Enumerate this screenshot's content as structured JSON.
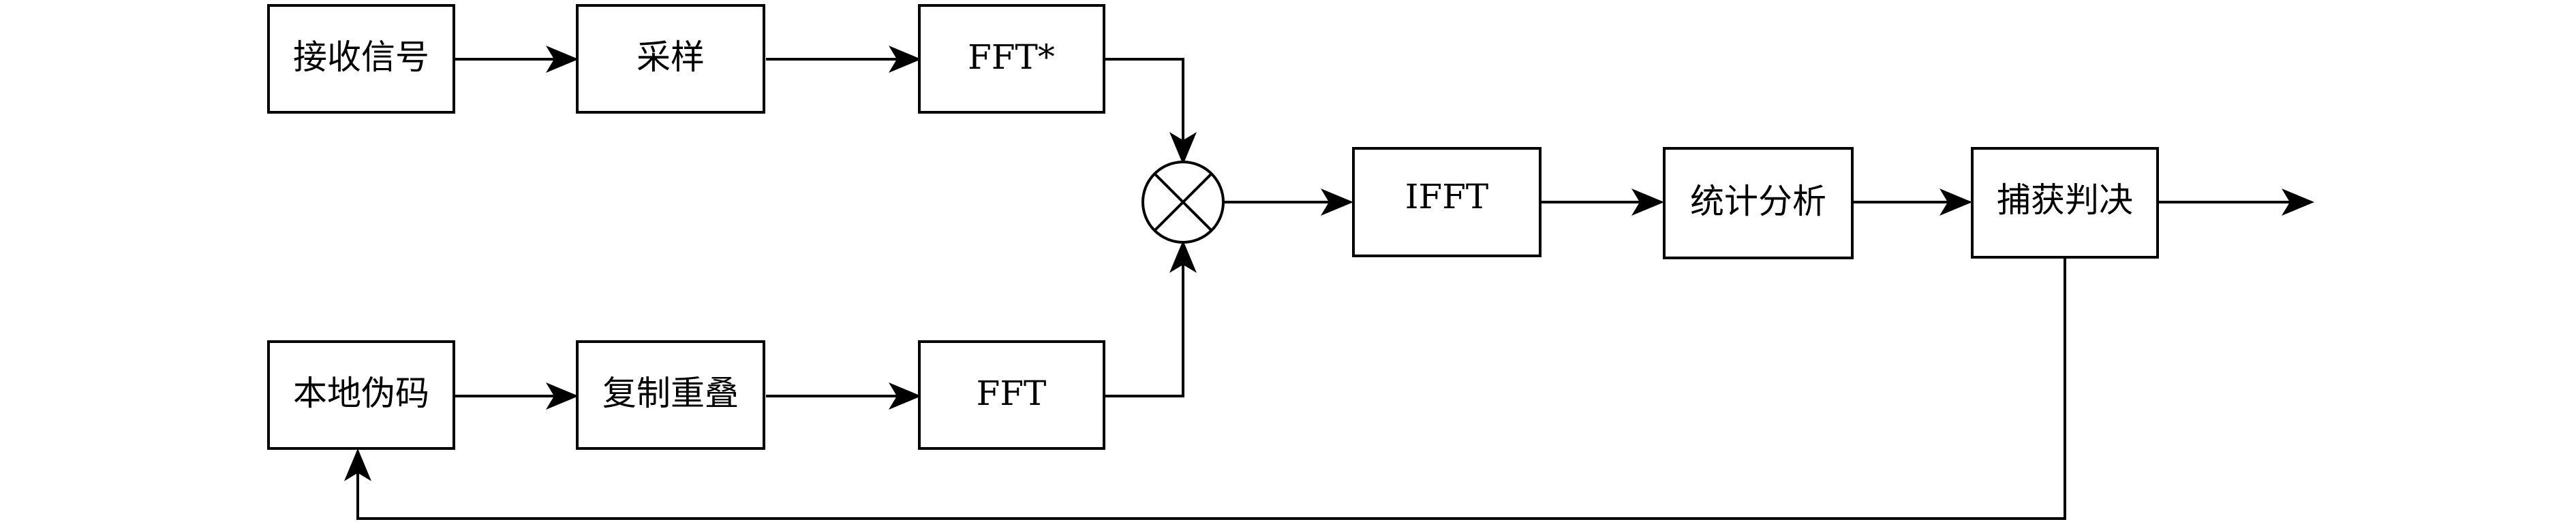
{
  "blocks": {
    "recv_signal": "接收信号",
    "sampling": "采样",
    "fft_conj": "FFT*",
    "local_code": "本地伪码",
    "copy_overlap": "复制重叠",
    "fft": "FFT",
    "ifft": "IFFT",
    "statistics": "统计分析",
    "decision": "捕获判决"
  },
  "mixer_symbol": "multiply-circle-icon",
  "colors": {
    "stroke": "#000000",
    "fill": "#ffffff"
  }
}
